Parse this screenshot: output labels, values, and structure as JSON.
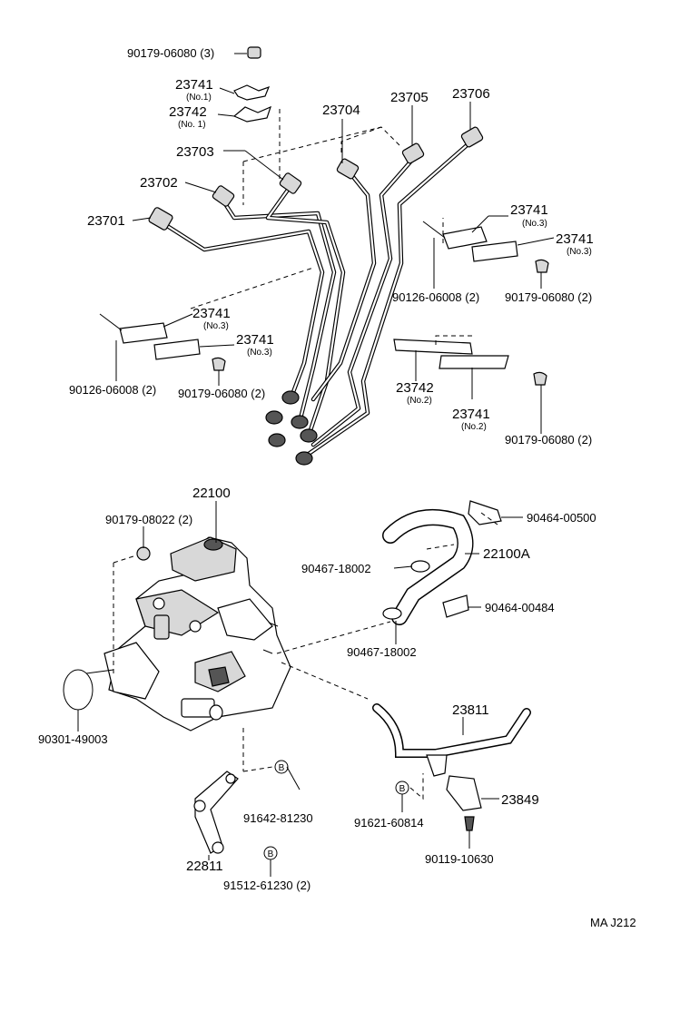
{
  "callouts": [
    {
      "id": "p-nut-top",
      "num": "90179-06080",
      "qty": "(3)"
    },
    {
      "id": "p-23741-no1",
      "num": "23741",
      "sub": "(No.1)"
    },
    {
      "id": "p-23742-no1",
      "num": "23742",
      "sub": "(No. 1)"
    },
    {
      "id": "p-23703",
      "num": "23703"
    },
    {
      "id": "p-23702",
      "num": "23702"
    },
    {
      "id": "p-23701",
      "num": "23701"
    },
    {
      "id": "p-23704",
      "num": "23704"
    },
    {
      "id": "p-23705",
      "num": "23705"
    },
    {
      "id": "p-23706",
      "num": "23706"
    },
    {
      "id": "p-23741-r1",
      "num": "23741",
      "sub": "(No.3)"
    },
    {
      "id": "p-23741-r2",
      "num": "23741",
      "sub": "(No.3)"
    },
    {
      "id": "p-bolt-r",
      "num": "90126-06008",
      "qty": "(2)"
    },
    {
      "id": "p-nut-r",
      "num": "90179-06080",
      "qty": "(2)"
    },
    {
      "id": "p-23741-l1",
      "num": "23741",
      "sub": "(No.3)"
    },
    {
      "id": "p-23741-l2",
      "num": "23741",
      "sub": "(No.3)"
    },
    {
      "id": "p-bolt-l",
      "num": "90126-06008",
      "qty": "(2)"
    },
    {
      "id": "p-nut-l",
      "num": "90179-06080",
      "qty": "(2)"
    },
    {
      "id": "p-23742-no2",
      "num": "23742",
      "sub": "(No.2)"
    },
    {
      "id": "p-23741-no2",
      "num": "23741",
      "sub": "(No.2)"
    },
    {
      "id": "p-nut-rr",
      "num": "90179-06080",
      "qty": "(2)"
    },
    {
      "id": "p-22100",
      "num": "22100"
    },
    {
      "id": "p-nut-pump",
      "num": "90179-08022",
      "qty": "(2)"
    },
    {
      "id": "p-90464-500",
      "num": "90464-00500"
    },
    {
      "id": "p-22100a",
      "num": "22100A"
    },
    {
      "id": "p-90467-a",
      "num": "90467-18002"
    },
    {
      "id": "p-90464-484",
      "num": "90464-00484"
    },
    {
      "id": "p-90467-b",
      "num": "90467-18002"
    },
    {
      "id": "p-oring",
      "num": "90301-49003"
    },
    {
      "id": "p-23811",
      "num": "23811"
    },
    {
      "id": "p-91642",
      "num": "91642-81230"
    },
    {
      "id": "p-22811",
      "num": "22811"
    },
    {
      "id": "p-91512",
      "num": "91512-61230",
      "qty": "(2)"
    },
    {
      "id": "p-91621",
      "num": "91621-60814"
    },
    {
      "id": "p-23849",
      "num": "23849"
    },
    {
      "id": "p-90119",
      "num": "90119-10630"
    }
  ],
  "bolt_marker": "B",
  "footer": {
    "code": "MA  J212"
  }
}
